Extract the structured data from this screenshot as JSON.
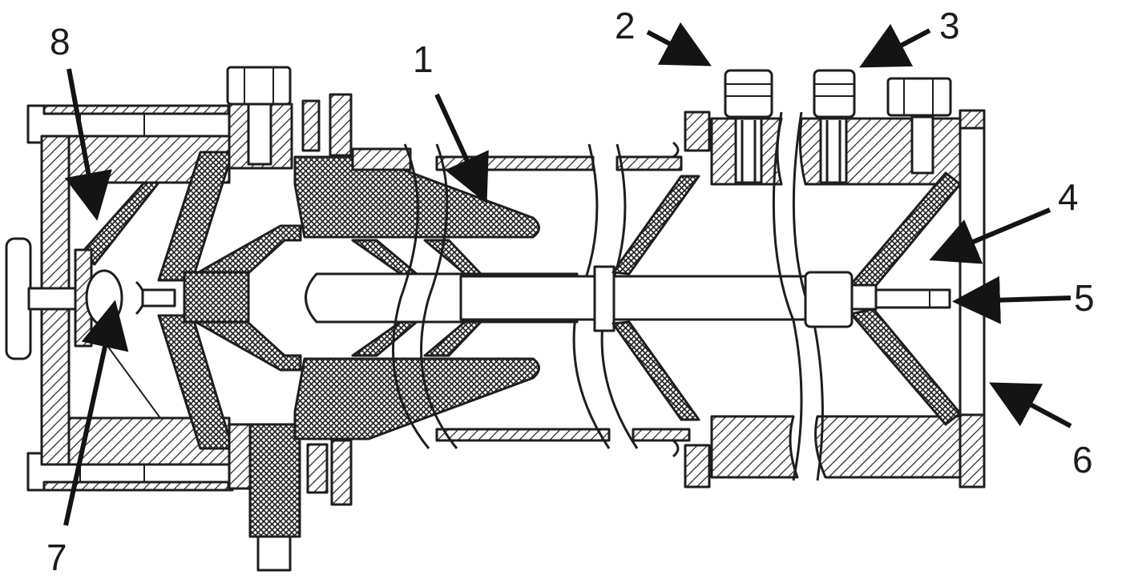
{
  "labels": {
    "n1": "1",
    "n2": "2",
    "n3": "3",
    "n4": "4",
    "n5": "5",
    "n6": "6",
    "n7": "7",
    "n8": "8"
  },
  "colors": {
    "ink": "#1e1e1e",
    "paper": "#ffffff"
  }
}
